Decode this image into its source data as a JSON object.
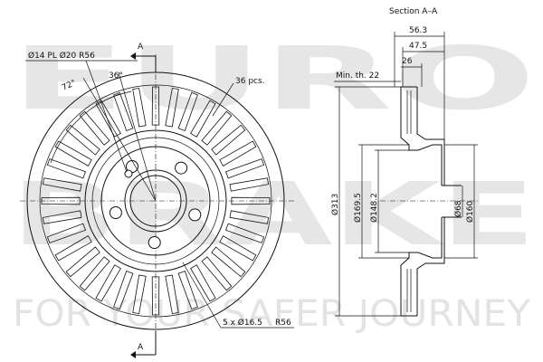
{
  "watermark": {
    "brand_top": "EURO",
    "brand_bottom": "BRAKE",
    "tagline": "FOR YOUR SAFER JOURNEY"
  },
  "front_view": {
    "section_marker": "A",
    "bolt_pattern_label": "Ø14 PL Ø20 R56",
    "angle_outer": "72°",
    "angle_inner": "36°",
    "vanes_label": "36 pcs.",
    "holes_label": "5 x Ø16.5",
    "holes_radius": "R56"
  },
  "section_view": {
    "title": "Section A–A",
    "overall_width": "56.3",
    "width_2": "47.5",
    "width_3": "26",
    "min_thickness": "Min. th. 22",
    "dia_outer": "Ø313",
    "dia_1": "Ø169.5",
    "dia_2": "Ø148.2",
    "dia_3": "Ø68",
    "dia_4": "Ø160"
  },
  "colors": {
    "line": "#111111",
    "watermark": "#e6e6e6",
    "background": "#ffffff"
  }
}
